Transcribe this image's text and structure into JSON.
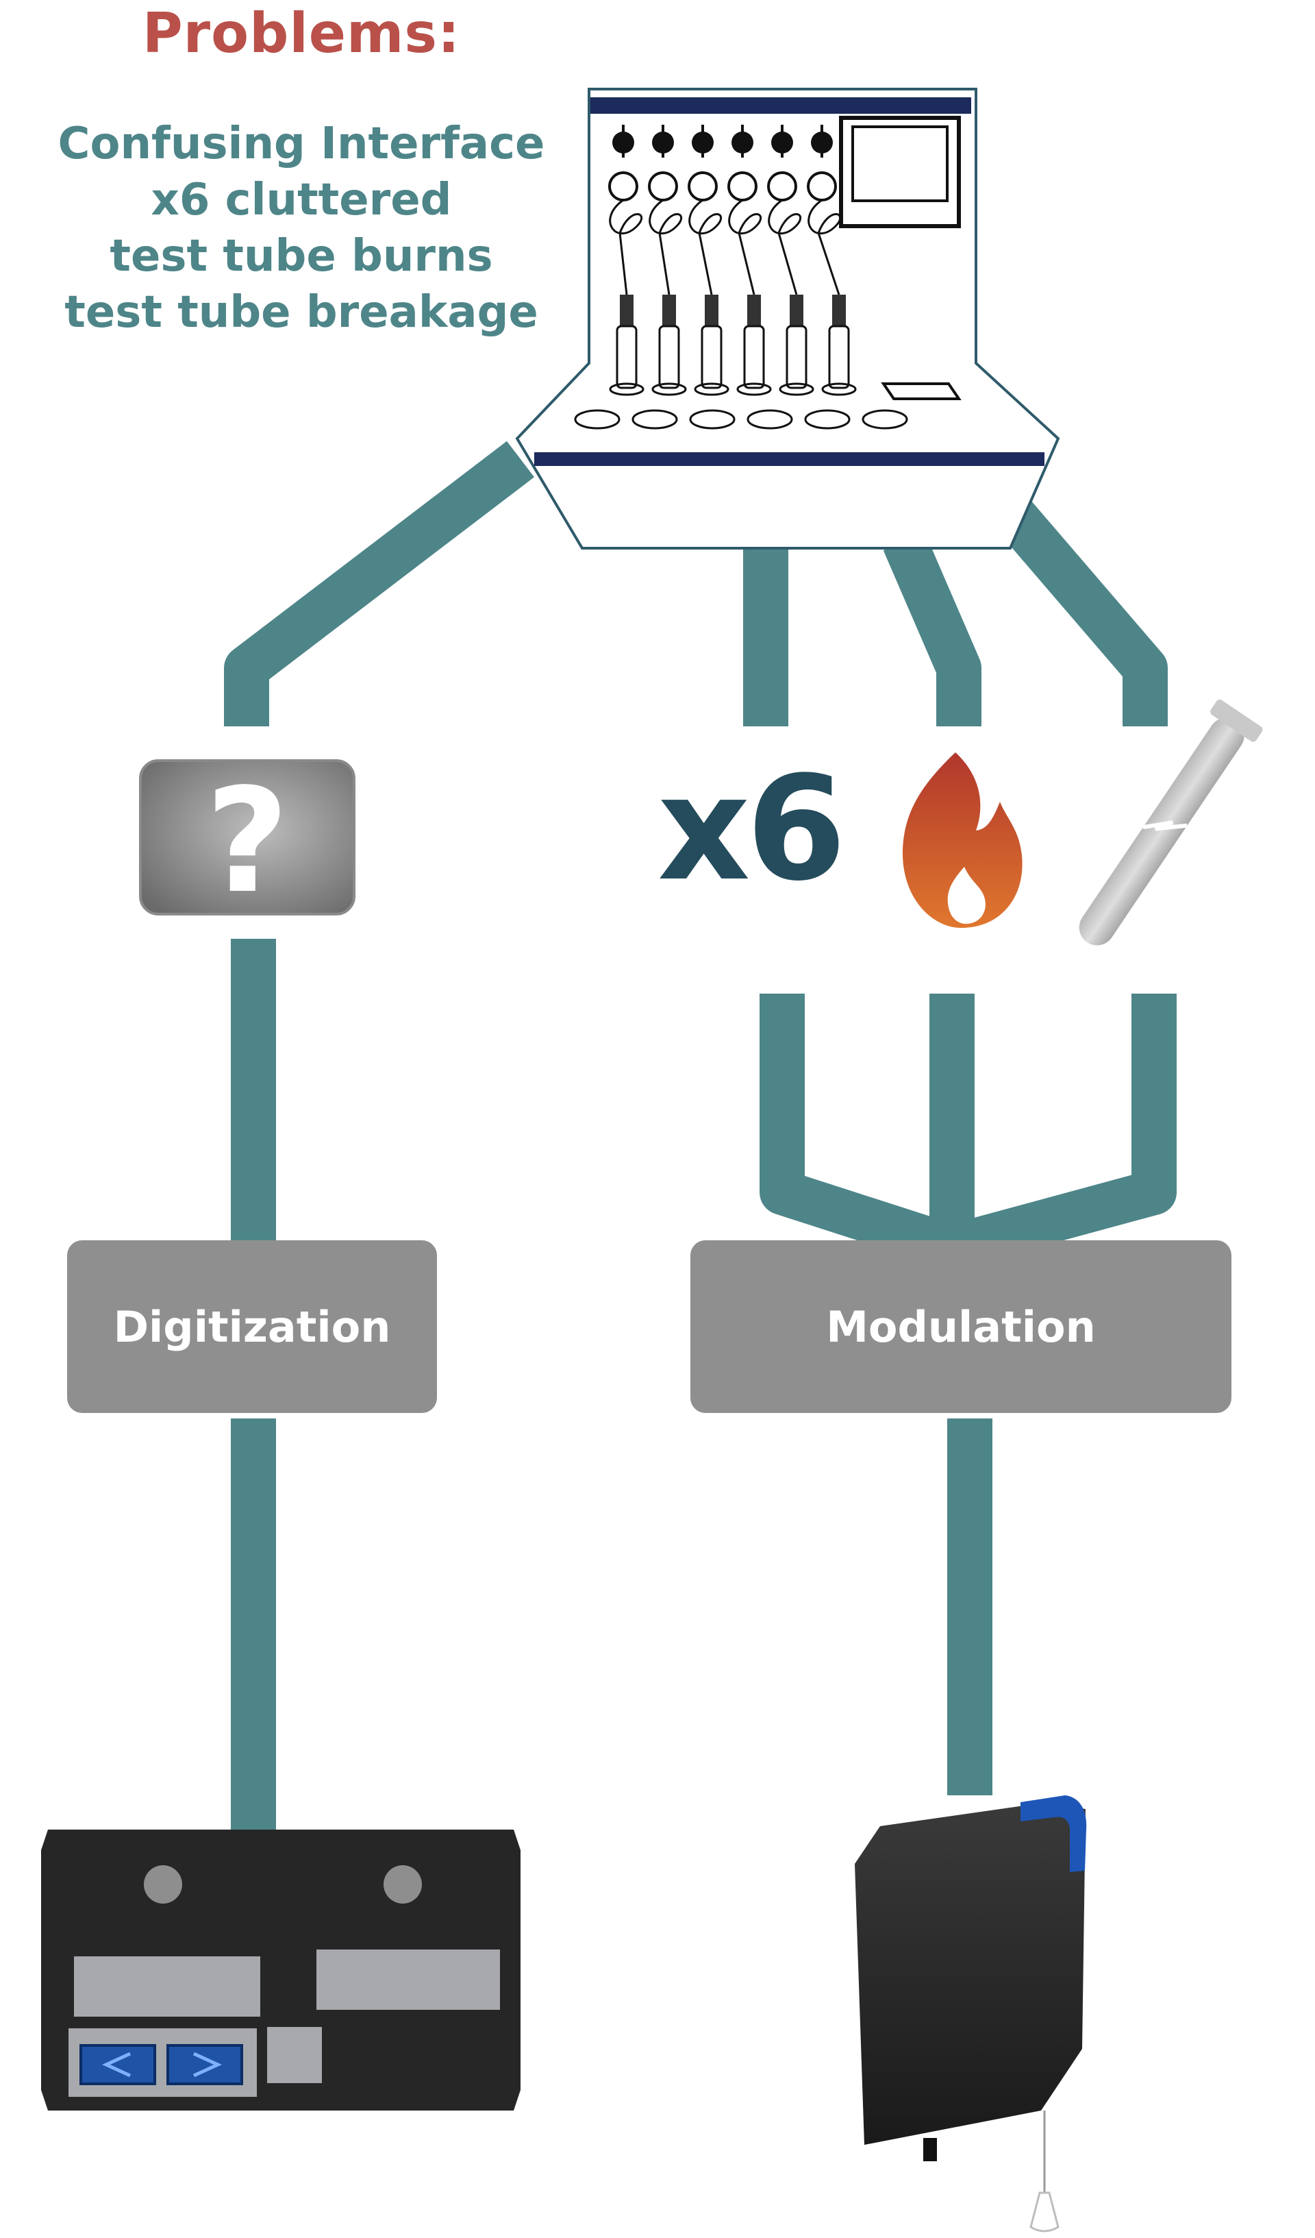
{
  "title": "Problems:",
  "problems": [
    "Confusing Interface",
    "x6 cluttered",
    "test tube burns",
    "test tube breakage"
  ],
  "icons": {
    "multiplier_label": "x6",
    "question_mark": "?",
    "confusion_icon": "question-icon",
    "burn_icon": "flame-icon",
    "breakage_icon": "broken-test-tube-icon",
    "digitization_device": "control-panel-device",
    "modulation_device": "heater-block-device",
    "original_device": "six-station-apparatus"
  },
  "stages": {
    "left": "Digitization",
    "right": "Modulation"
  },
  "colors": {
    "title": "#b9514a",
    "problem_text": "#4e8589",
    "connector": "#4e8589",
    "stage_box": "#8f8f8f",
    "x6_text": "#244c5c",
    "apparatus_outline": "#2f5b6b",
    "apparatus_bar": "#1c2a5c"
  }
}
